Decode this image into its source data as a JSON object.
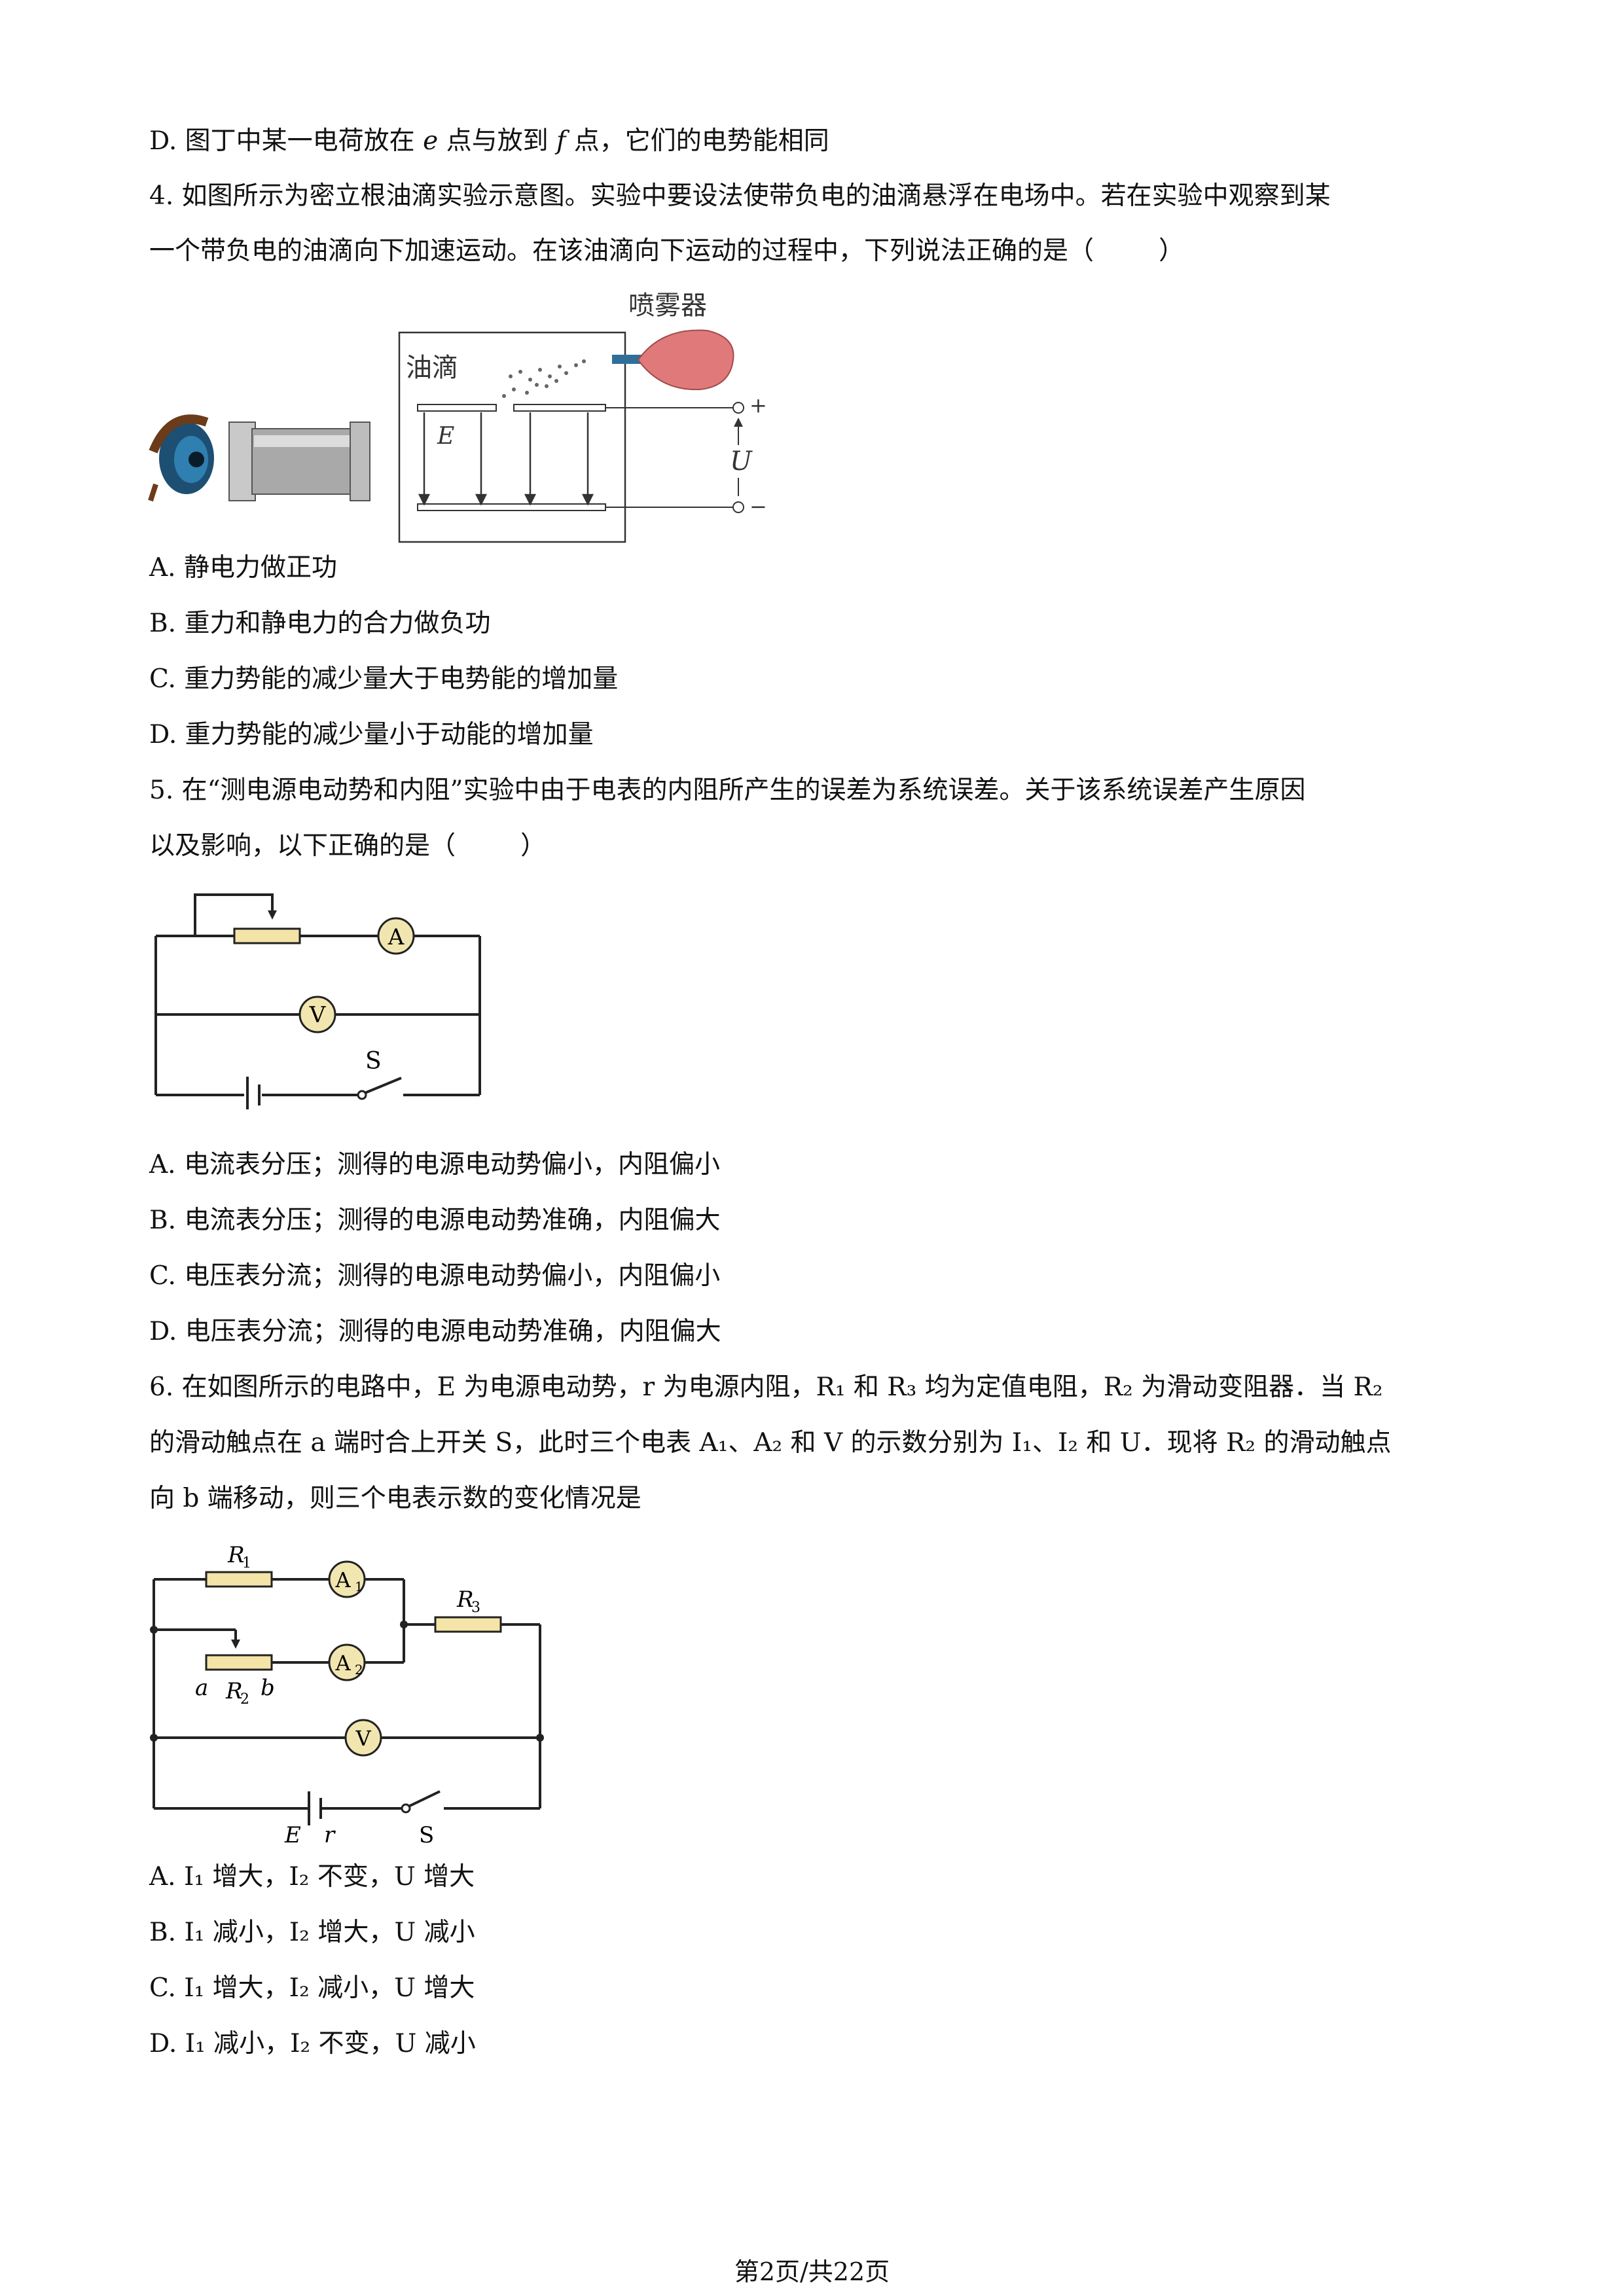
{
  "q3_tail": {
    "D": [
      "D. 图丁中某一电荷放在 ",
      "e",
      " 点与放到 ",
      "f",
      " 点，它们的电势能相同"
    ]
  },
  "q4": {
    "stem_line1": "4. 如图所示为密立根油滴实验示意图。实验中要设法使带负电的油滴悬浮在电场中。若在实验中观察到某",
    "stem_line2": "一个带负电的油滴向下加速运动。在该油滴向下运动的过程中，下列说法正确的是（        ）",
    "figure": {
      "sprayer": "喷雾器",
      "oil": "油滴",
      "field": "E",
      "voltage": "U",
      "plus": "+",
      "minus": "−"
    },
    "options": [
      "A. 静电力做正功",
      "B. 重力和静电力的合力做负功",
      "C. 重力势能的减少量大于电势能的增加量",
      "D. 重力势能的减少量小于动能的增加量"
    ]
  },
  "q5": {
    "stem_line1": "5. 在“测电源电动势和内阻”实验中由于电表的内阻所产生的误差为系统误差。关于该系统误差产生原因",
    "stem_line2": "以及影响，以下正确的是（        ）",
    "figure": {
      "ammeter": "A",
      "voltmeter": "V",
      "switch": "S"
    },
    "options": [
      "A. 电流表分压；测得的电源电动势偏小，内阻偏小",
      "B. 电流表分压；测得的电源电动势准确，内阻偏大",
      "C. 电压表分流；测得的电源电动势偏小，内阻偏小",
      "D. 电压表分流；测得的电源电动势准确，内阻偏大"
    ]
  },
  "q6": {
    "line1": "6. 在如图所示的电路中，E 为电源电动势，r 为电源内阻，R₁ 和 R₃ 均为定值电阻，R₂ 为滑动变阻器．当 R₂",
    "line2": "的滑动触点在 a 端时合上开关 S，此时三个电表 A₁、A₂ 和 V 的示数分别为 I₁、I₂ 和 U．现将 R₂ 的滑动触点",
    "line3": "向 b 端移动，则三个电表示数的变化情况是",
    "figure": {
      "R1": "R",
      "R1sub": "1",
      "R2": "R",
      "R2sub": "2",
      "R3": "R",
      "R3sub": "3",
      "A1": "A",
      "A1sub": "1",
      "A2": "A",
      "A2sub": "2",
      "V": "V",
      "a": "a",
      "b": "b",
      "E": "E",
      "r": "r",
      "S": "S"
    },
    "options": [
      "A. I₁ 增大，I₂ 不变，U 增大",
      "B. I₁ 减小，I₂ 增大，U 减小",
      "C. I₁ 增大，I₂ 减小，U 增大",
      "D. I₁ 减小，I₂ 不变，U 减小"
    ]
  },
  "footer": "第2页/共22页"
}
